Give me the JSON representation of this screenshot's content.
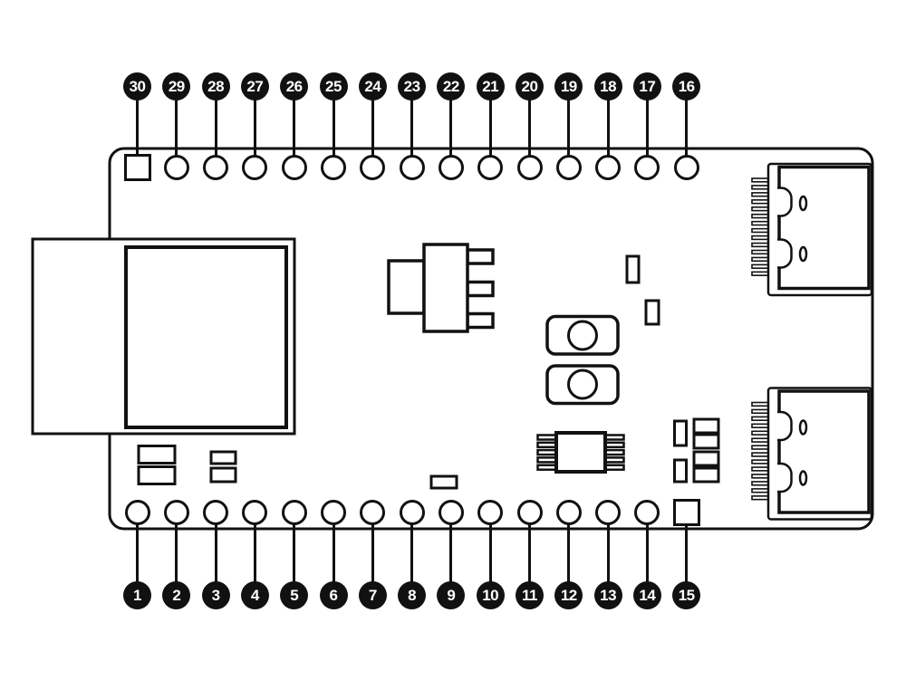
{
  "colors": {
    "background": "#ffffff",
    "line": "#111111",
    "badge_fill": "#111111",
    "badge_text": "#ffffff"
  },
  "pinout": {
    "top_row": {
      "numbers": [
        30,
        29,
        28,
        27,
        26,
        25,
        24,
        23,
        22,
        21,
        20,
        19,
        18,
        17,
        16
      ],
      "square_pad_numbers": [
        30
      ]
    },
    "bottom_row": {
      "numbers": [
        1,
        2,
        3,
        4,
        5,
        6,
        7,
        8,
        9,
        10,
        11,
        12,
        13,
        14,
        15
      ],
      "square_pad_numbers": [
        15
      ]
    }
  },
  "board": {
    "type": "microcontroller-dev-board-pinout-diagram",
    "components": [
      "wireless-module",
      "module-shield-can",
      "voltage-regulator",
      "capacitor-small-1",
      "capacitor-small-2",
      "push-button-1",
      "push-button-2",
      "ic-chip",
      "passive-group-left",
      "passive-group-right",
      "passive-single-center",
      "usb-connector-top",
      "usb-connector-bottom"
    ]
  }
}
